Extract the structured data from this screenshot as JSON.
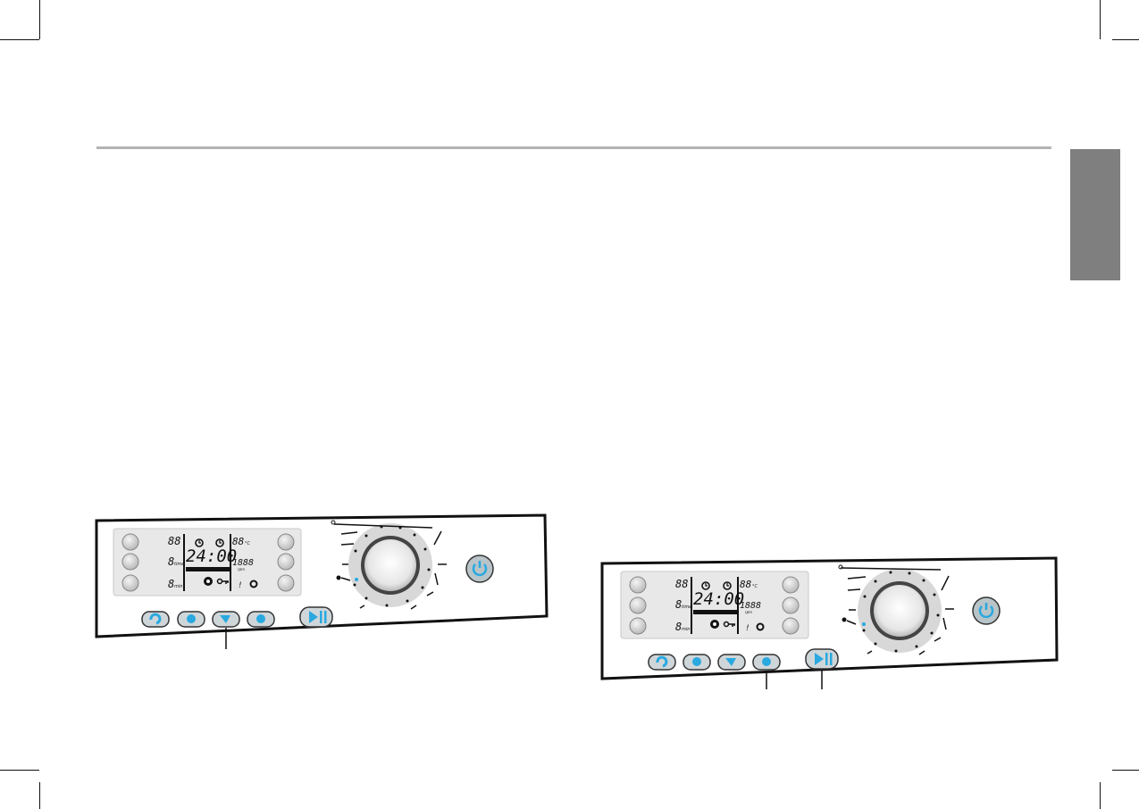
{
  "page": {
    "side_tab_color": "#7f7f7f",
    "rule_color": "#b3b3b3"
  },
  "panels": [
    {
      "id": "panel-left",
      "display": {
        "time": "24:00",
        "top_left_digits": "88",
        "mid_left_digits": "8",
        "bottom_left_digits": "8",
        "top_right_digits": "88",
        "mid_right_digits": "1888",
        "mid_left_unit": "time",
        "bottom_left_unit": "min",
        "top_right_unit": "°C",
        "mid_right_unit": "rpm",
        "bottom_right_glyph": "!",
        "icons": [
          "clock-icon",
          "clock-icon",
          "child-lock-icon",
          "key-icon"
        ]
      },
      "buttons": [
        "spin-icon",
        "delay-timer-icon",
        "steam-icon",
        "option-icon"
      ],
      "start_pause_icon": "play-pause-icon",
      "power_icon": "power-icon",
      "accent_color": "#29a9e0"
    },
    {
      "id": "panel-right",
      "display": {
        "time": "24:00",
        "top_left_digits": "88",
        "mid_left_digits": "8",
        "bottom_left_digits": "8",
        "top_right_digits": "88",
        "mid_right_digits": "1888",
        "mid_left_unit": "time",
        "bottom_left_unit": "min",
        "top_right_unit": "°C",
        "mid_right_unit": "rpm",
        "bottom_right_glyph": "!",
        "icons": [
          "clock-icon",
          "clock-icon",
          "child-lock-icon",
          "key-icon"
        ]
      },
      "buttons": [
        "spin-icon",
        "delay-timer-icon",
        "steam-icon",
        "option-icon"
      ],
      "start_pause_icon": "play-pause-icon",
      "power_icon": "power-icon",
      "accent_color": "#29a9e0"
    }
  ]
}
